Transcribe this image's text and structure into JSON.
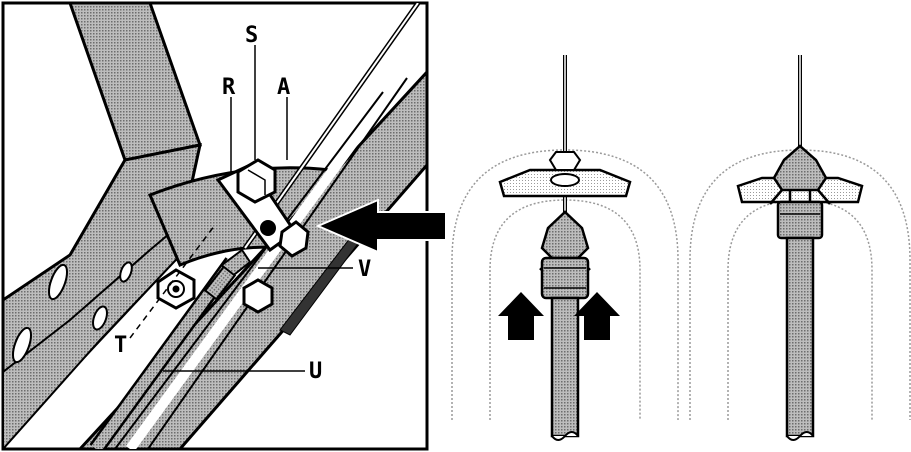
{
  "figure": {
    "callouts": {
      "S": "S",
      "R": "R",
      "A": "A",
      "V": "V",
      "T": "T",
      "U": "U"
    },
    "colors": {
      "ink": "#000000",
      "fill": "#9a9a9a",
      "paper": "#ffffff"
    }
  }
}
